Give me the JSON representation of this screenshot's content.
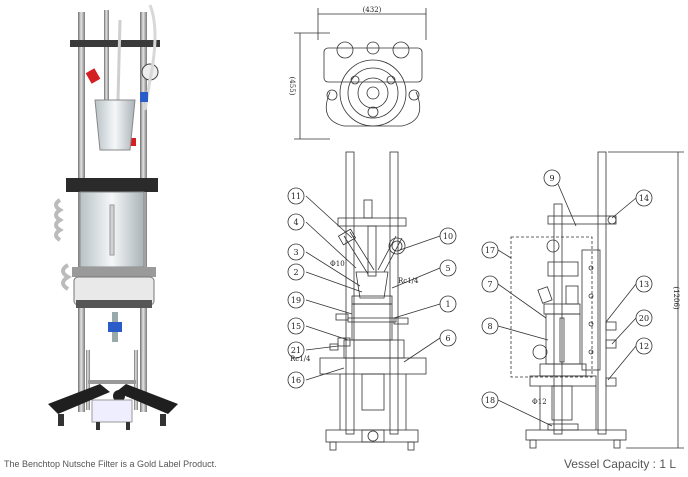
{
  "captions": {
    "product_note": "The Benchtop Nutsche Filter is a Gold Label Product.",
    "capacity": "Vessel Capacity : 1 L"
  },
  "dimensions": {
    "top_width": "(432)",
    "top_depth": "(455)",
    "overall_height": "(1206)"
  },
  "annotations": {
    "phi10": "Φ10",
    "rc14_upper": "Rc1/4",
    "rc14_lower": "Rc1/4",
    "phi12": "Φ12"
  },
  "front_callouts": [
    "11",
    "4",
    "3",
    "2",
    "19",
    "15",
    "21",
    "16",
    "10",
    "5",
    "1",
    "6"
  ],
  "side_callouts": [
    "9",
    "14",
    "17",
    "7",
    "8",
    "13",
    "20",
    "12",
    "18"
  ],
  "colors": {
    "line": "#333333",
    "photo_red": "#d42020",
    "photo_blue": "#2a5cc9"
  },
  "icons": {
    "top_view": "reactor-top-view-drawing",
    "front_view": "reactor-front-view-drawing",
    "side_view": "reactor-side-view-drawing",
    "photo": "benchtop-nutsche-filter-photo"
  }
}
